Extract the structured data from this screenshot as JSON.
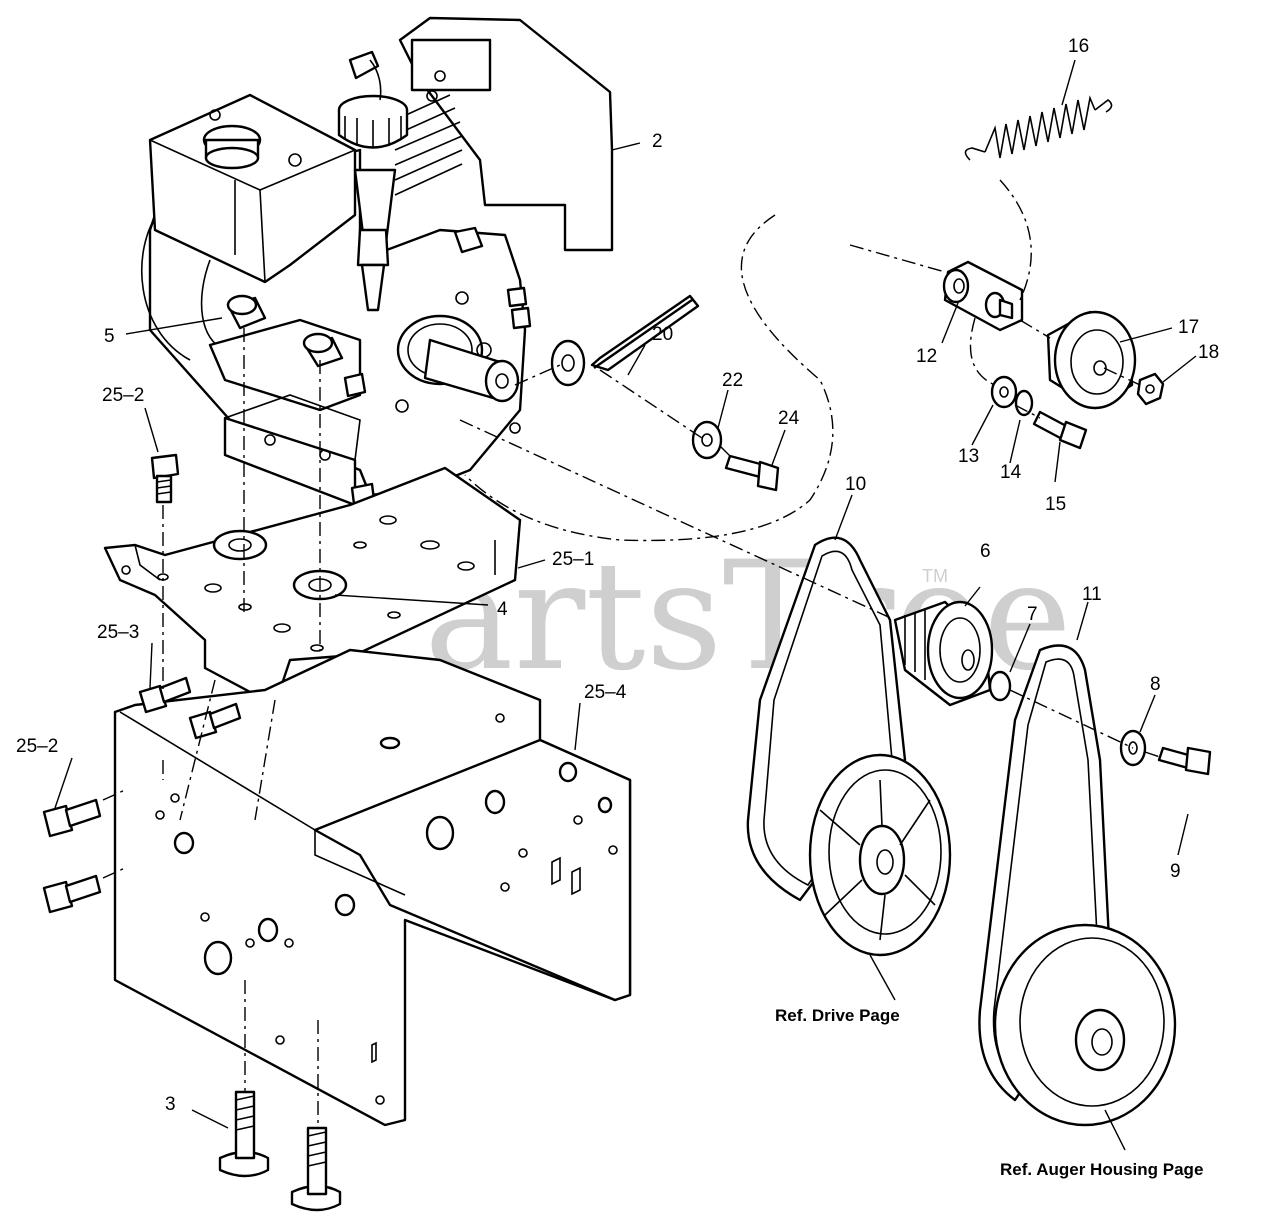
{
  "watermark": {
    "text": "PartsTree",
    "trademark": "TM"
  },
  "callouts": {
    "c2": "2",
    "c3": "3",
    "c4": "4",
    "c5": "5",
    "c6": "6",
    "c7": "7",
    "c8": "8",
    "c9": "9",
    "c10": "10",
    "c11": "11",
    "c12": "12",
    "c13": "13",
    "c14": "14",
    "c15": "15",
    "c16": "16",
    "c17": "17",
    "c18": "18",
    "c20": "20",
    "c22": "22",
    "c24": "24",
    "c25_1": "25–1",
    "c25_2a": "25–2",
    "c25_2b": "25–2",
    "c25_3": "25–3",
    "c25_4": "25–4"
  },
  "references": {
    "drive": "Ref. Drive Page",
    "auger": "Ref. Auger Housing Page"
  }
}
